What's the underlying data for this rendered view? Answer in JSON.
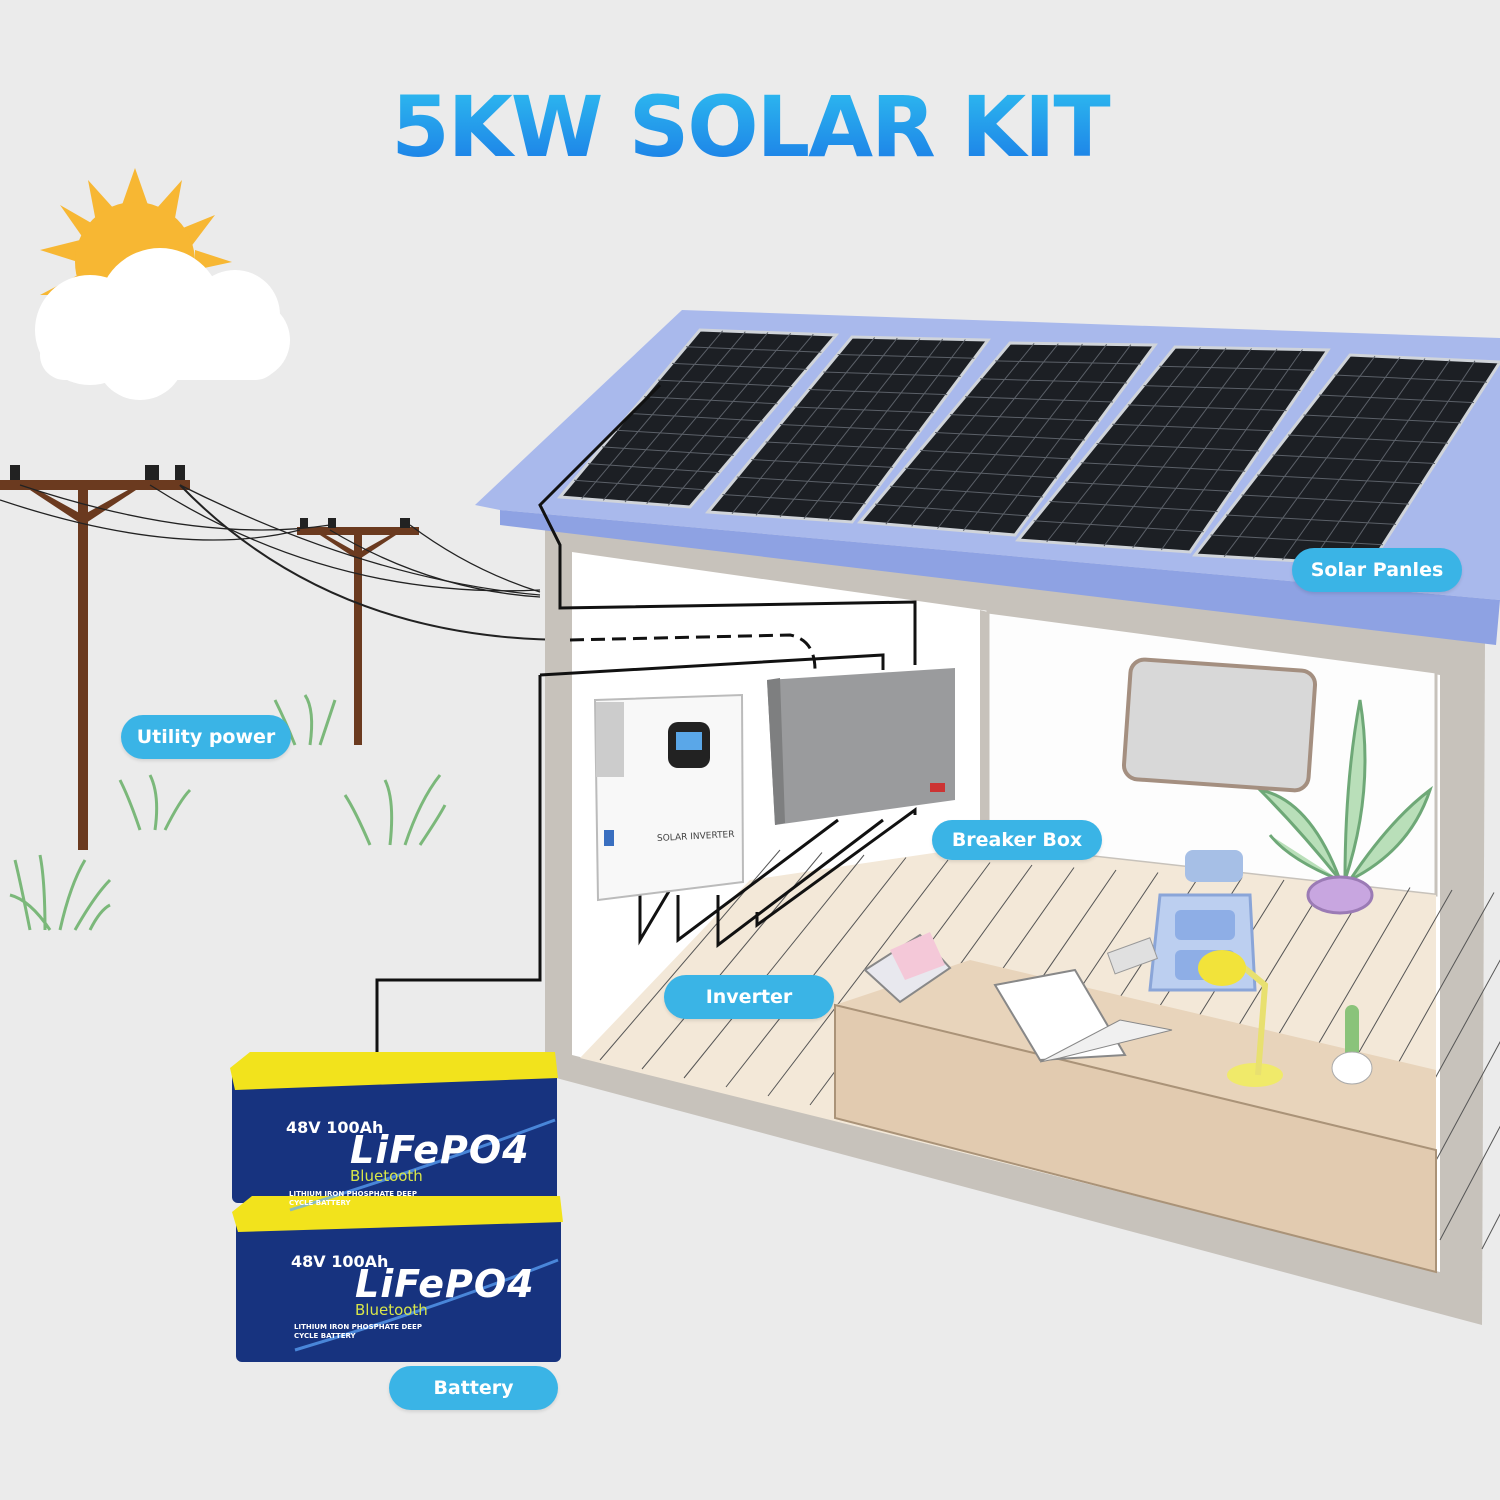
{
  "title": "5KW SOLAR KIT",
  "labels": {
    "solar_panels": "Solar Panles",
    "utility_power": "Utility power",
    "breaker_box": "Breaker Box",
    "inverter": "Inverter",
    "battery": "Battery"
  },
  "inverter_device": {
    "label": "SOLAR INVERTER"
  },
  "batteries": [
    {
      "rating": "48V 100Ah",
      "chemistry": "LiFePO4",
      "feature": "Bluetooth",
      "description": "LITHIUM IRON PHOSPHATE DEEP CYCLE BATTERY"
    },
    {
      "rating": "48V 100Ah",
      "chemistry": "LiFePO4",
      "feature": "Bluetooth",
      "description": "LITHIUM IRON PHOSPHATE DEEP CYCLE BATTERY"
    }
  ],
  "colors": {
    "label_pill": "#3ab4e6",
    "title": "#1a78e6",
    "roof": "#a9b9ec",
    "battery_body": "#0f2a78",
    "battery_top": "#f2e31c"
  }
}
